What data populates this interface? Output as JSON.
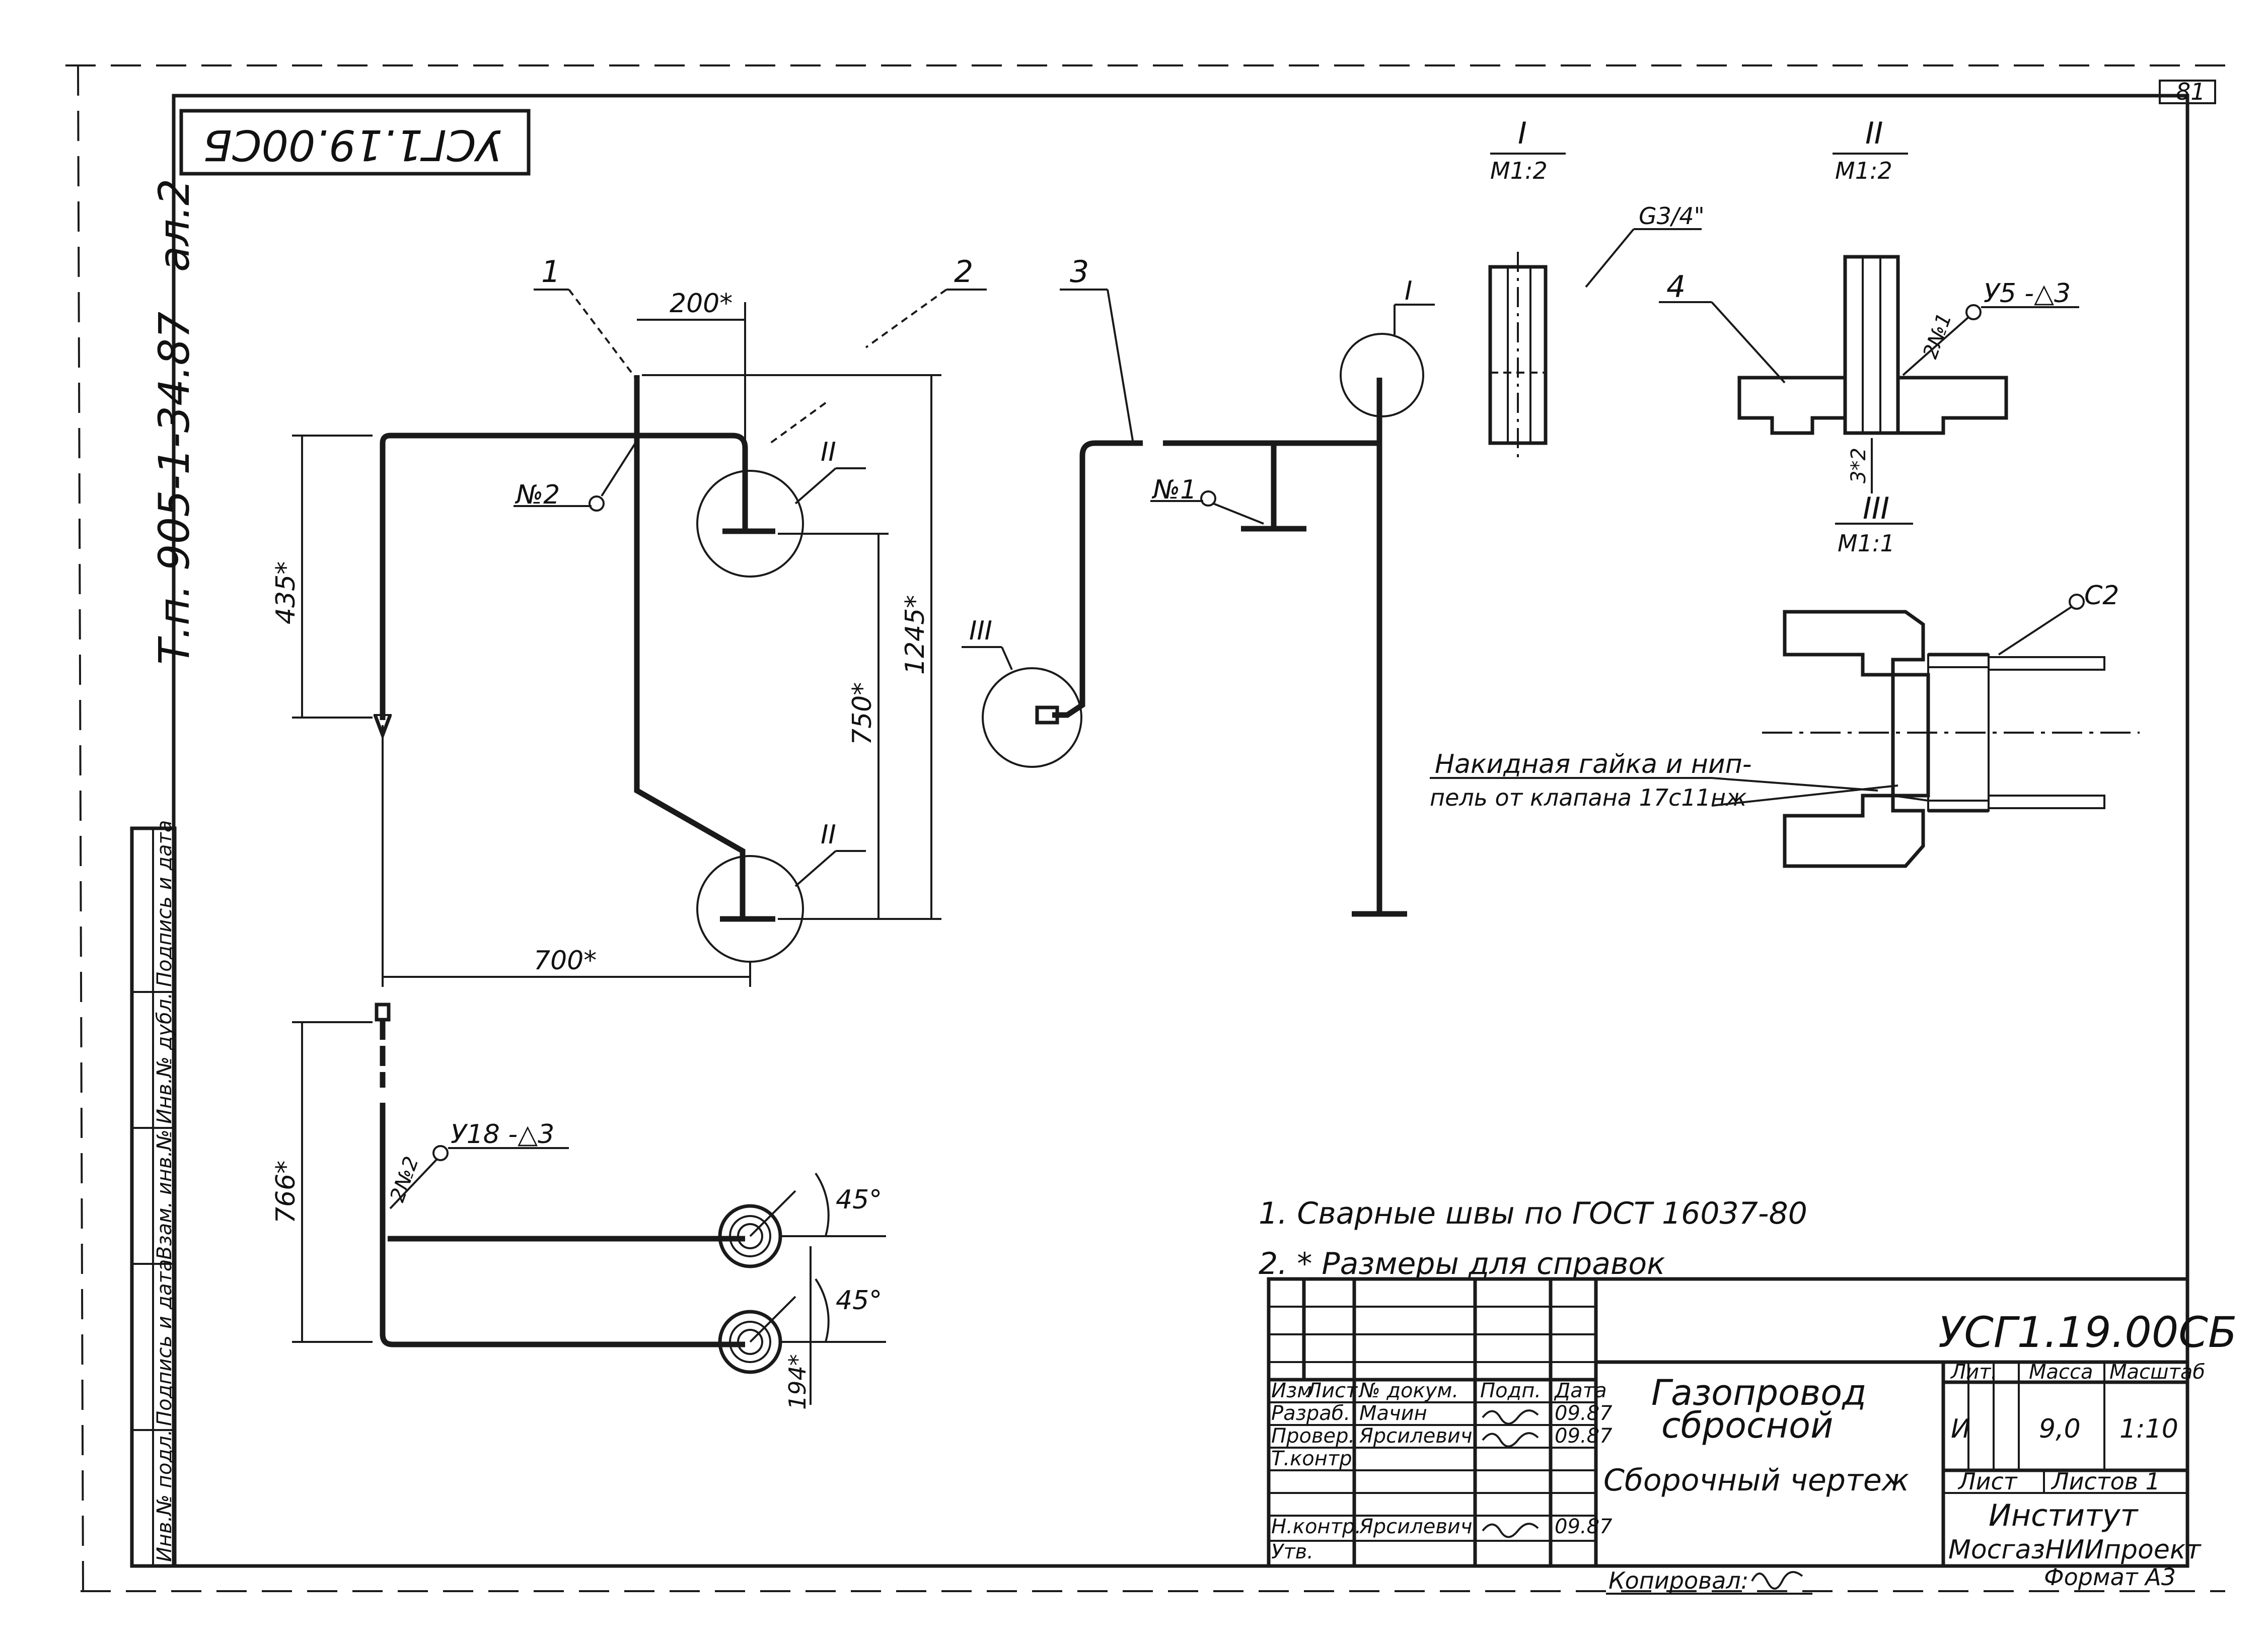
{
  "sheet": {
    "page_number": "81",
    "series": "Т.п. 905-1-34.87",
    "album": "ал.2",
    "rotated_code": "УСГ1.19.00СБ",
    "format": "Формат А3",
    "copied_by": "Копировал:",
    "left_stamp": [
      "Инв.№ подл.",
      "Подпись и дата",
      "Взам. инв.№",
      "Инв.№ дубл.",
      "Подпись и дата"
    ]
  },
  "views": {
    "section_I": {
      "label": "I",
      "scale": "М1:2"
    },
    "section_II": {
      "label": "II",
      "scale": "М1:2"
    },
    "section_III": {
      "label": "III",
      "scale": "М1:1"
    },
    "thread": "G3/4\"",
    "weld_y5": "У5 -△3",
    "weld_y18": "У18 -△3",
    "gap": "3*2",
    "nut_label_line1": "Накидная гайка и нип-",
    "nut_label_line2": "пель от клапана 17с11нж",
    "c2": "С2"
  },
  "positions": {
    "p1": "1",
    "p2": "2",
    "p3": "3",
    "p4": "4"
  },
  "callouts": {
    "no2": "№2",
    "no1": "№1",
    "circle_I": "I",
    "circle_II_top": "II",
    "circle_II_bottom": "II",
    "circle_III": "III",
    "weld_2no1": "2№1",
    "weld_2no2": "2№2"
  },
  "dimensions": {
    "d200": "200*",
    "d435": "435*",
    "d750": "750*",
    "d1245": "1245*",
    "d700": "700*",
    "d766": "766*",
    "d194": "194*",
    "a45_top": "45°",
    "a45_bottom": "45°"
  },
  "notes": [
    "1. Сварные швы по ГОСТ 16037-80",
    "2. * Размеры для справок"
  ],
  "title_block": {
    "code": "УСГ1.19.00СБ",
    "title_line1": "Газопровод",
    "title_line2": "сбросной",
    "doc_type": "Сборочный чертеж",
    "header": {
      "izm": "Изм",
      "list": "Лист",
      "doc": "№ докум.",
      "sign": "Подп.",
      "date": "Дата"
    },
    "rows": [
      {
        "role": "Разраб.",
        "name": "Мачин",
        "date": "09.87"
      },
      {
        "role": "Провер.",
        "name": "Ярсилевич",
        "date": "09.87"
      },
      {
        "role": "Т.контр.",
        "name": "",
        "date": ""
      },
      {
        "role": "",
        "name": "",
        "date": ""
      },
      {
        "role": "Н.контр.",
        "name": "Ярсилевич",
        "date": "09.87"
      },
      {
        "role": "Утв.",
        "name": "",
        "date": ""
      }
    ],
    "lit_label": "Лит.",
    "mass_label": "Масса",
    "scale_label": "Масштаб",
    "lit": "И",
    "mass": "9,0",
    "scale": "1:10",
    "sheet_label": "Лист",
    "sheets_label": "Листов 1",
    "org_line1": "Институт",
    "org_line2": "МосгазНИИпроект"
  }
}
